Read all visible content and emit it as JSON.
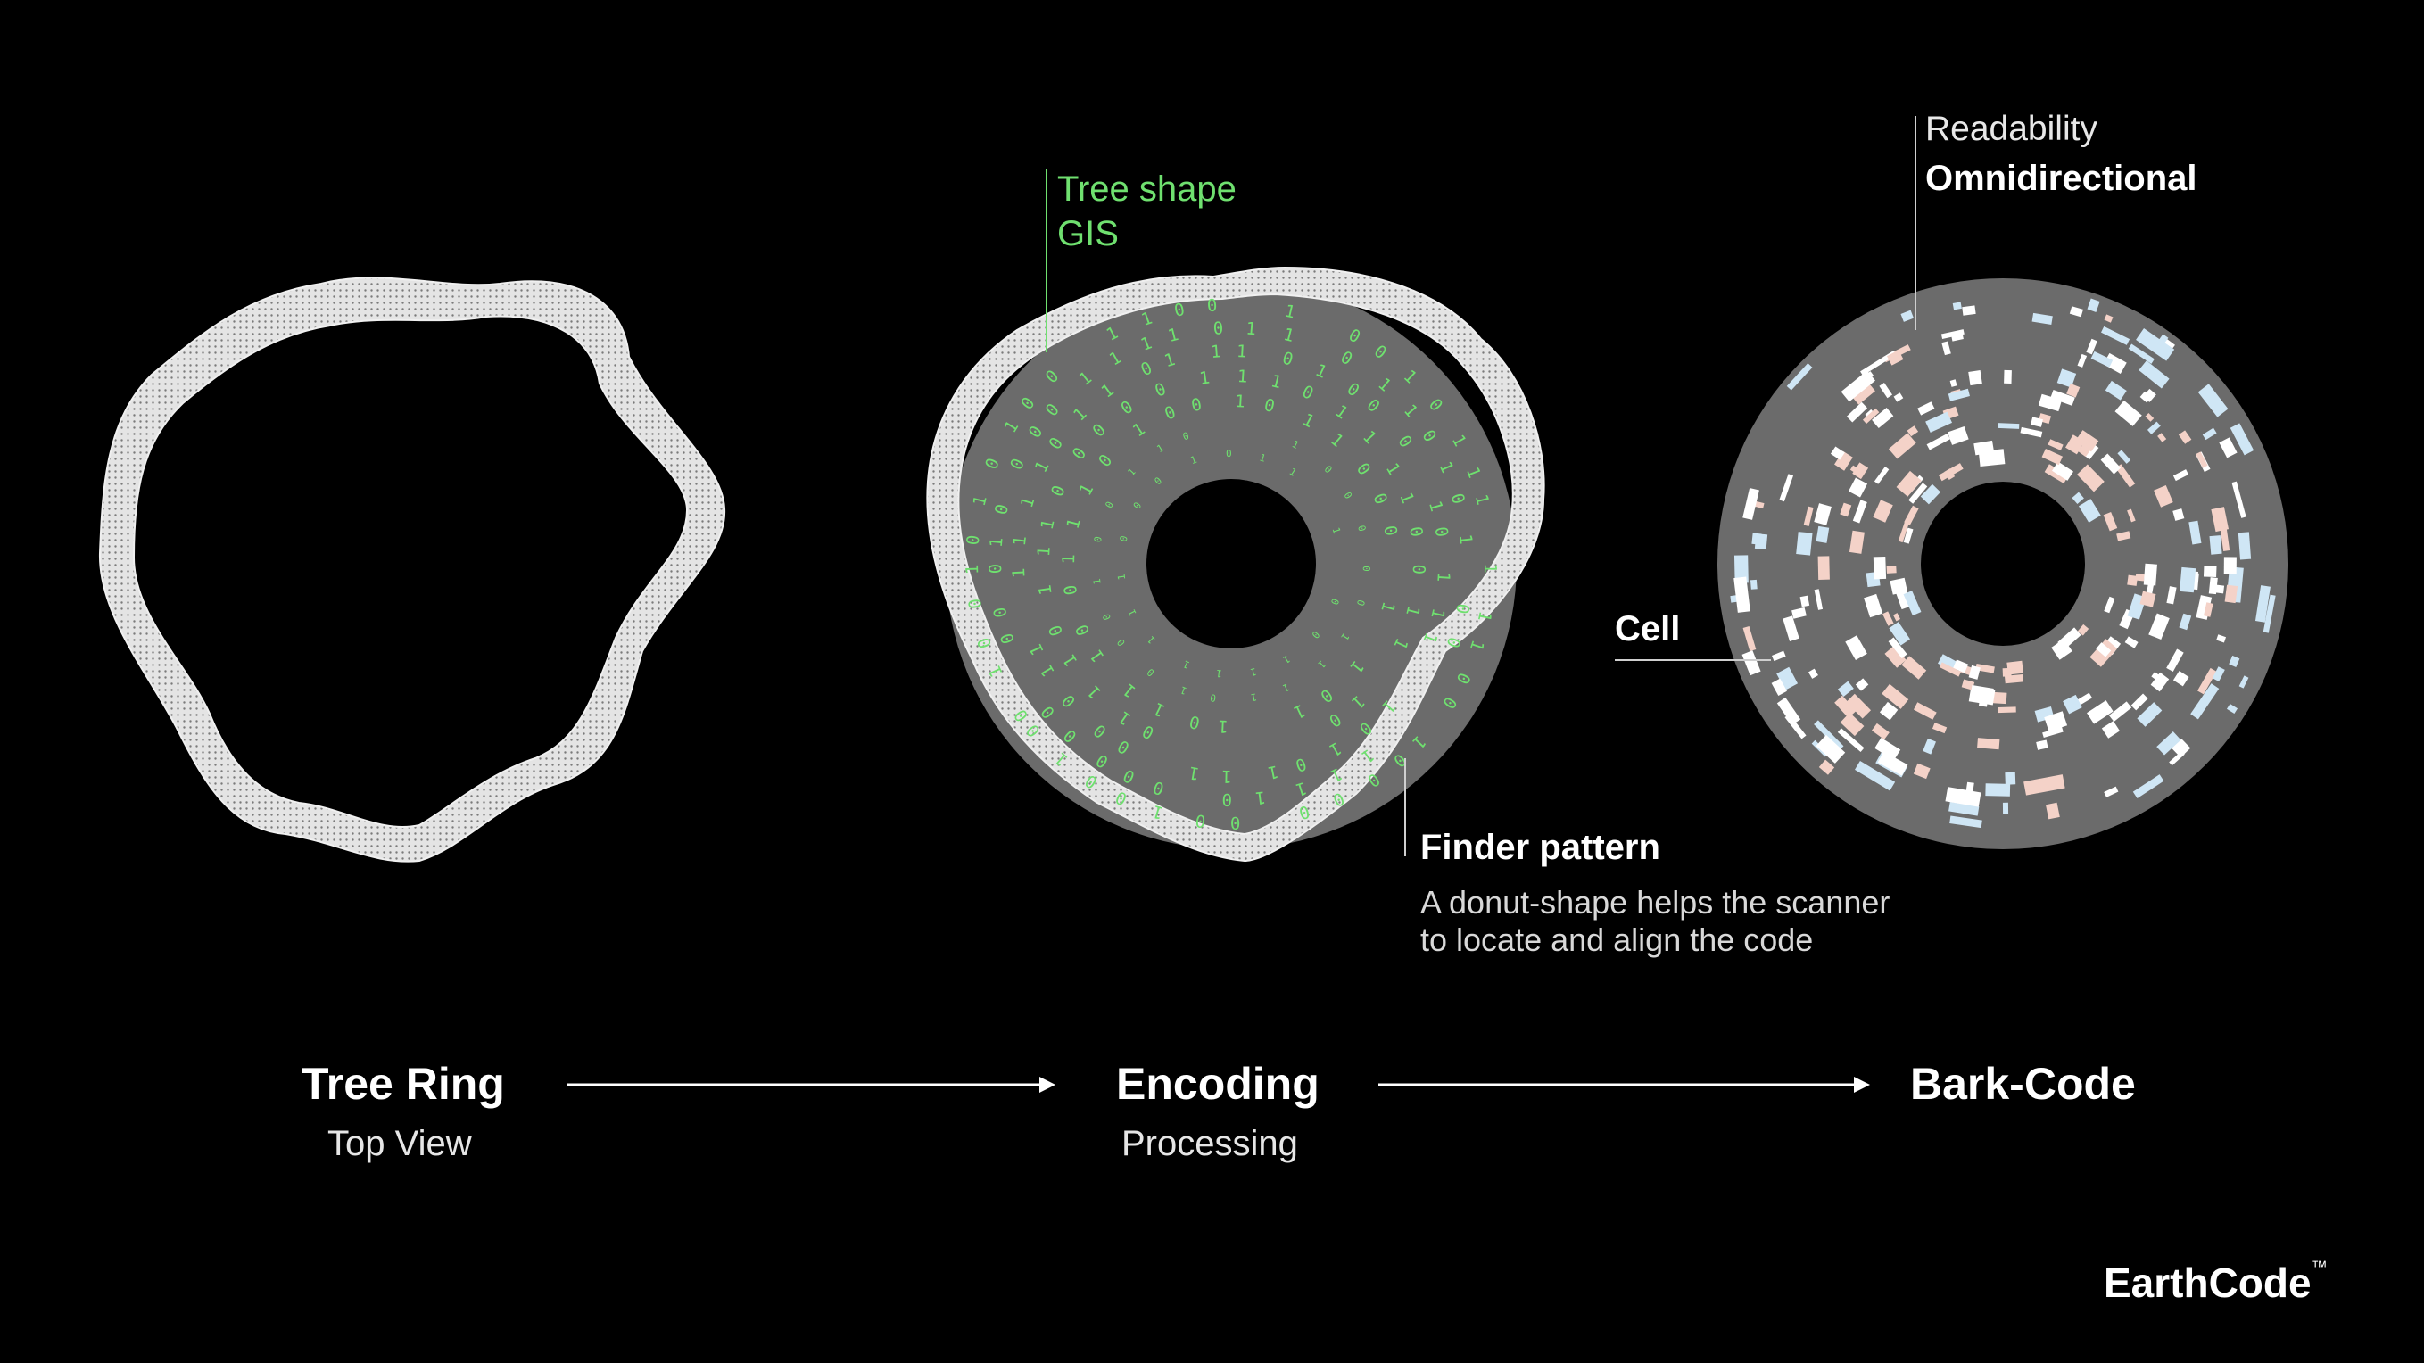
{
  "stages": [
    {
      "title": "Tree Ring",
      "subtitle": "Top View"
    },
    {
      "title": "Encoding",
      "subtitle": "Processing"
    },
    {
      "title": "Bark-Code",
      "subtitle": ""
    }
  ],
  "annotations": {
    "tree_shape": {
      "line1": "Tree shape",
      "line2": "GIS"
    },
    "readability": {
      "label": "Readability",
      "value": "Omnidirectional"
    },
    "cell": {
      "label": "Cell"
    },
    "finder": {
      "title": "Finder pattern",
      "line1": "A donut-shape helps the scanner",
      "line2": "to locate and align the code"
    }
  },
  "brand": {
    "name": "EarthCode",
    "mark": "™"
  },
  "colors": {
    "background": "#000000",
    "ring_mesh": "#d9d9d9",
    "disc_gray": "#6b6b6b",
    "binary_green": "#6fe06f",
    "cell_blue": "#cfe6f5",
    "cell_pink": "#f4d2c8",
    "cell_white": "#ffffff"
  }
}
